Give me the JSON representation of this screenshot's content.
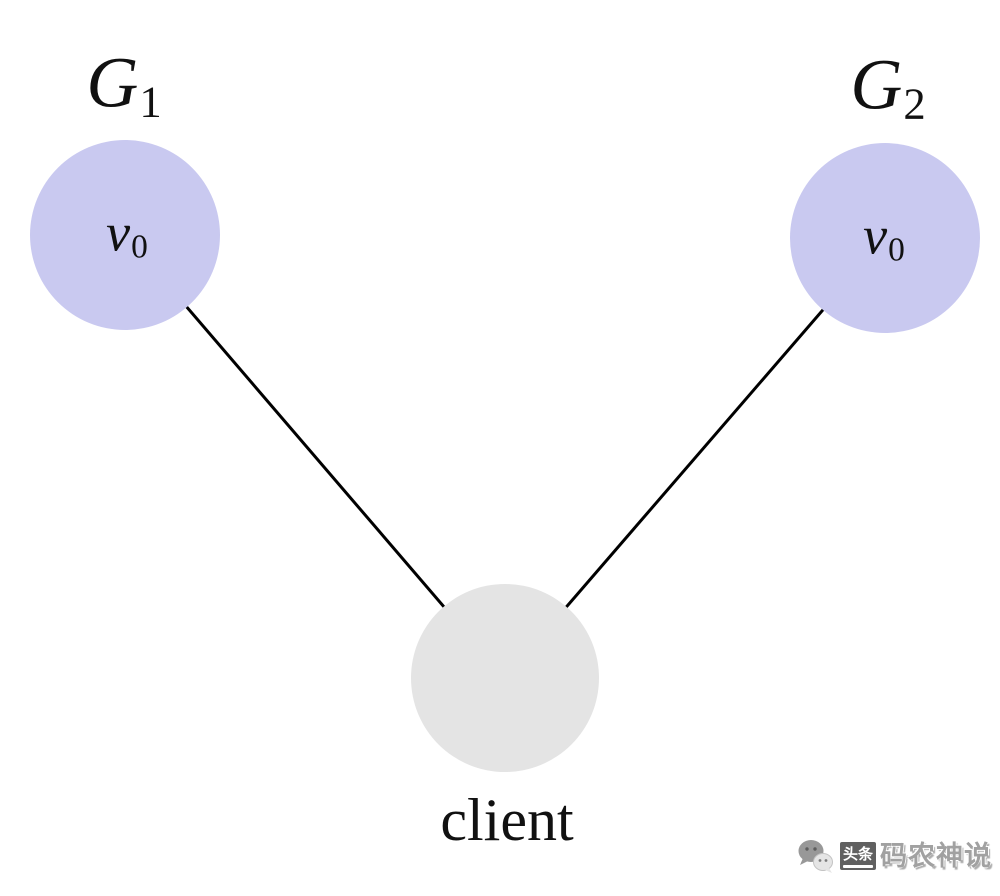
{
  "figure": {
    "groups": [
      {
        "id": "G1",
        "title_main": "G",
        "title_sub": "1",
        "node_main": "v",
        "node_sub": "0"
      },
      {
        "id": "G2",
        "title_main": "G",
        "title_sub": "2",
        "node_main": "v",
        "node_sub": "0"
      }
    ],
    "client": {
      "label": "client"
    },
    "colors": {
      "group_fill": "#c9c9f0",
      "client_fill": "#e4e4e4",
      "edge": "#000000",
      "background": "#ffffff"
    }
  },
  "watermark": {
    "icon": "chat-bubbles-icon",
    "badge_text": "头条",
    "name_text": "码农神说"
  }
}
